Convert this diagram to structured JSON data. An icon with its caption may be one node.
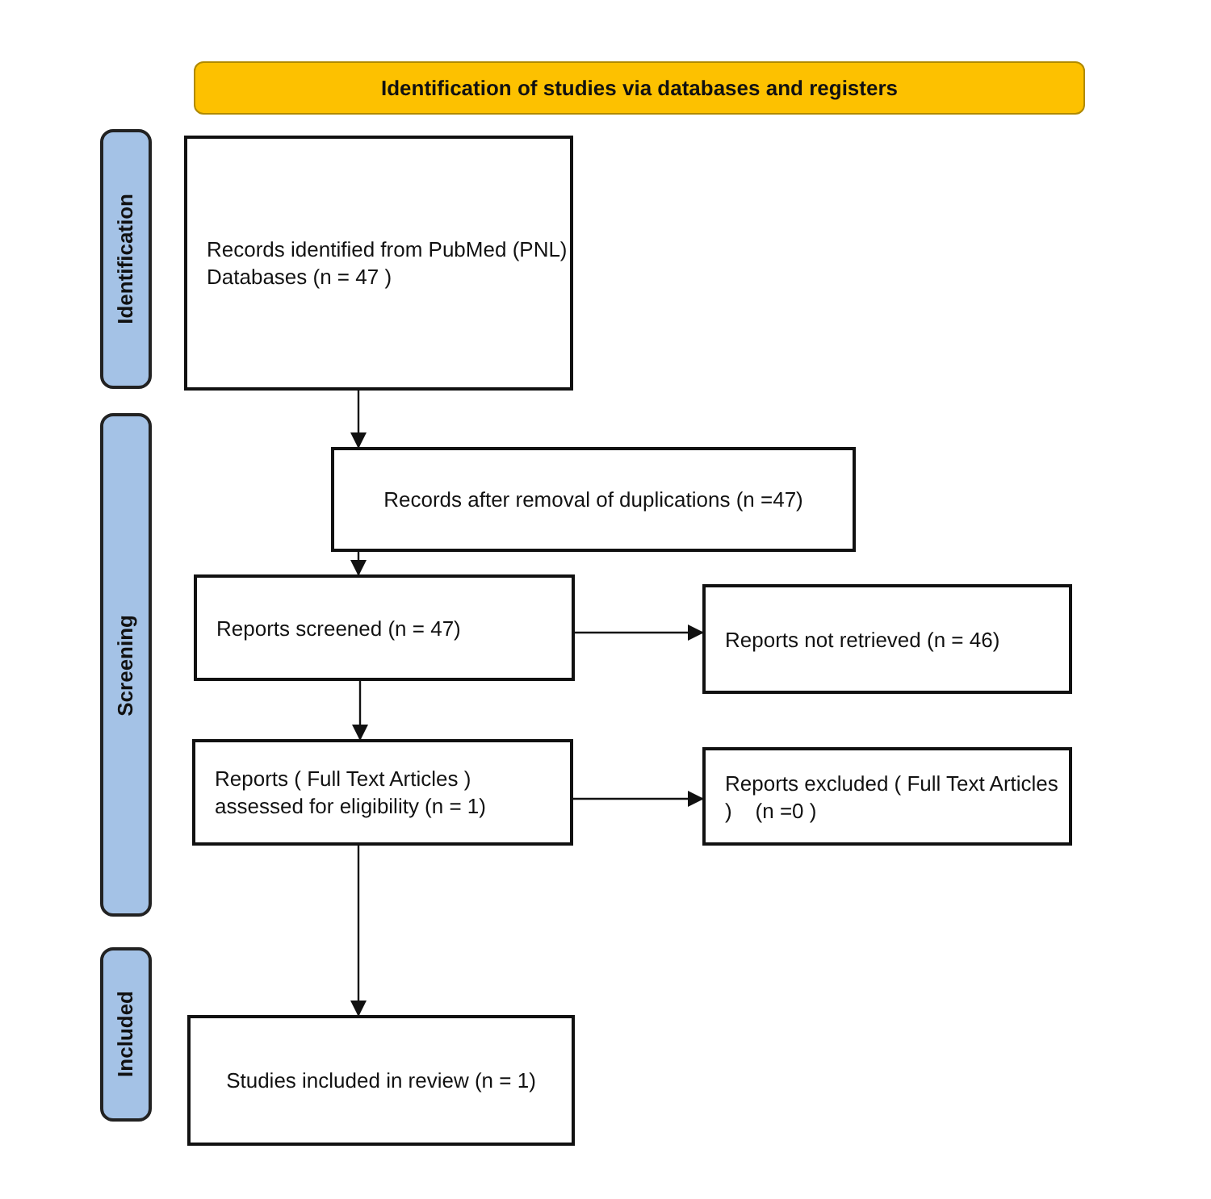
{
  "diagram": {
    "nodes": [
      {
        "text": [
          "Identification of studies via databases and registers"
        ]
      },
      {
        "text": [
          "Identification"
        ]
      },
      {
        "text": [
          "Screening"
        ]
      },
      {
        "text": [
          "Included"
        ]
      },
      {
        "text": [
          "Records identified from PubMed (PNL)   Databases (n = 47 )"
        ]
      },
      {
        "text": [
          "Records after removal of duplications (n =47)"
        ]
      },
      {
        "text": [
          "Reports screened (n = 47)"
        ]
      },
      {
        "text": [
          "Reports not retrieved (n = 46)"
        ]
      },
      {
        "text": [
          "Reports ( Full Text Articles ) assessed for eligibility (n = 1)"
        ]
      },
      {
        "text": [
          "Reports excluded ( Full Text Articles )    (n =0 )"
        ]
      },
      {
        "text": [
          "Studies included in review (n = 1)"
        ]
      }
    ],
    "edges": [
      {
        "from": 4,
        "to": 5,
        "arrow": "to"
      },
      {
        "from": 5,
        "to": 6,
        "arrow": "to"
      },
      {
        "from": 6,
        "to": 7,
        "arrow": "to"
      },
      {
        "from": 6,
        "to": 8,
        "arrow": "to"
      },
      {
        "from": 8,
        "to": 9,
        "arrow": "to"
      },
      {
        "from": 8,
        "to": 10,
        "arrow": "to"
      }
    ]
  }
}
